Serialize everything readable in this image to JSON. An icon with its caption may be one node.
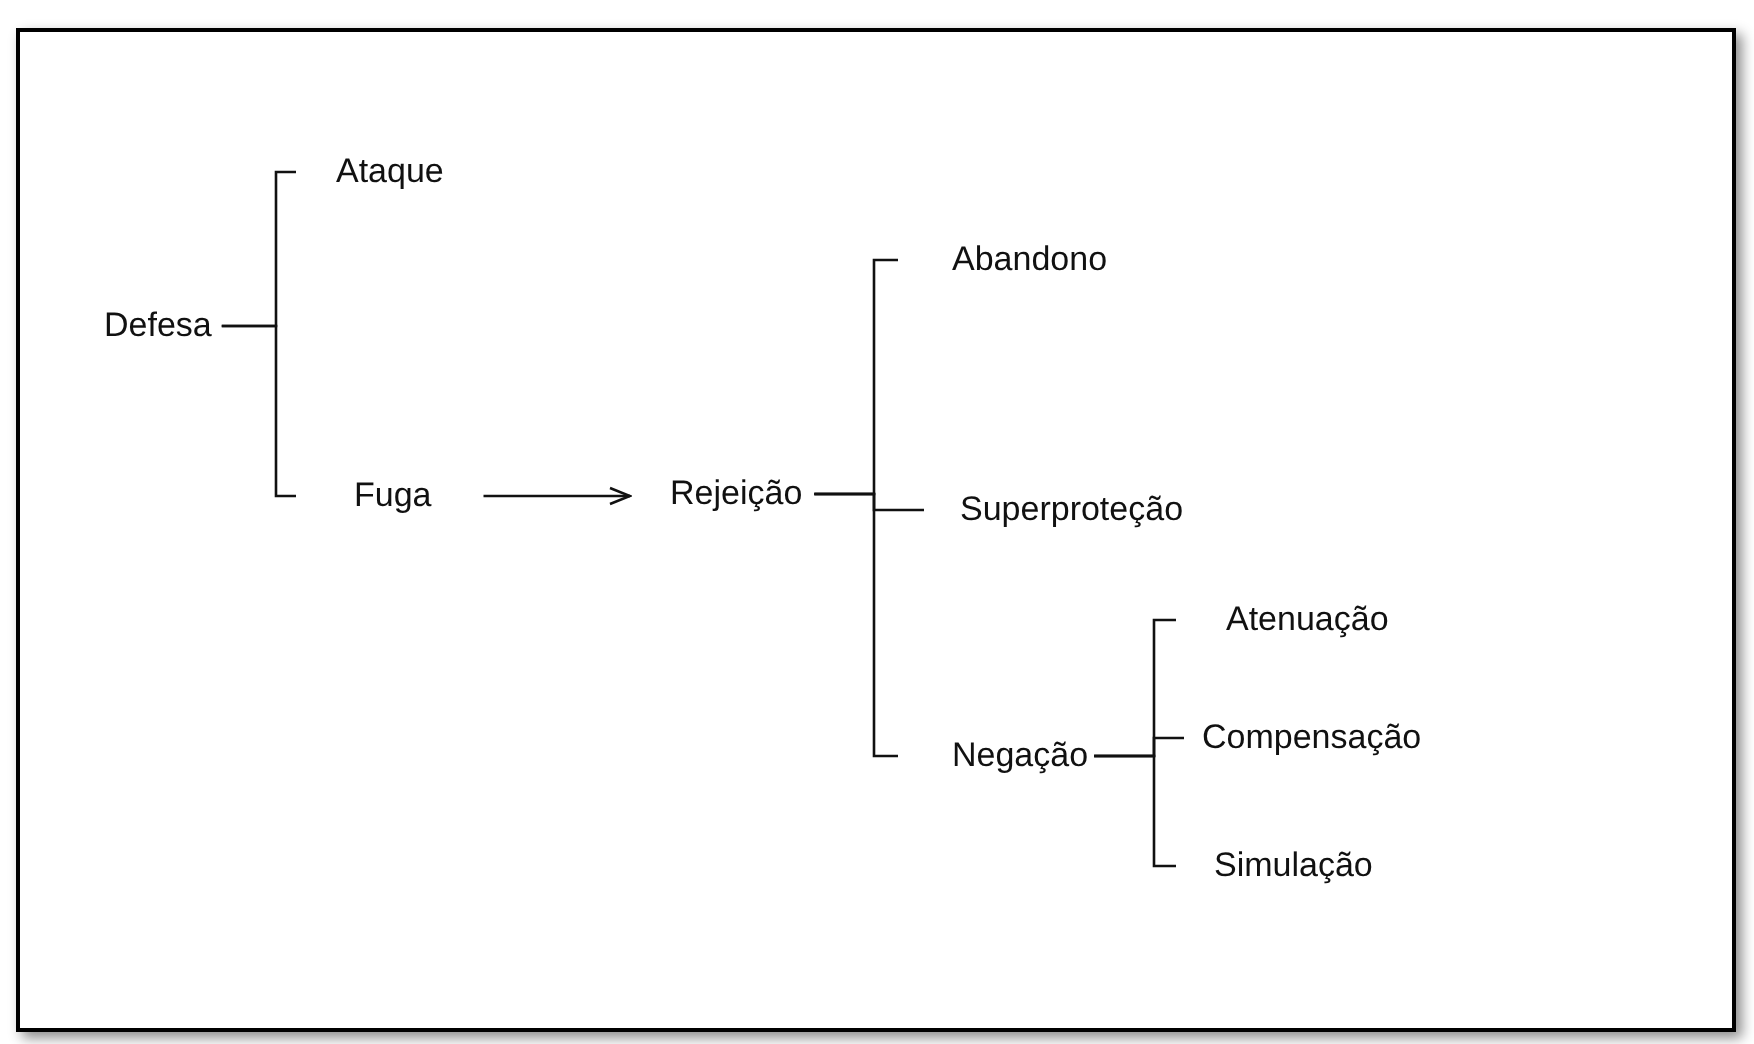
{
  "diagram": {
    "nodes": [
      {
        "text": [
          "Defesa"
        ]
      },
      {
        "text": [
          "Ataque"
        ]
      },
      {
        "text": [
          "Fuga"
        ]
      },
      {
        "text": [
          "Rejeição"
        ]
      },
      {
        "text": [
          "Abandono"
        ]
      },
      {
        "text": [
          "Superproteção"
        ]
      },
      {
        "text": [
          "Negação"
        ]
      },
      {
        "text": [
          "Atenuação"
        ]
      },
      {
        "text": [
          "Compensação"
        ]
      },
      {
        "text": [
          "Simulação"
        ]
      }
    ],
    "edges": [
      {
        "from": 0,
        "to": 1,
        "arrow": "none"
      },
      {
        "from": 0,
        "to": 2,
        "arrow": "none"
      },
      {
        "from": 2,
        "to": 3,
        "arrow": "to"
      },
      {
        "from": 3,
        "to": 4,
        "arrow": "none"
      },
      {
        "from": 3,
        "to": 5,
        "arrow": "none"
      },
      {
        "from": 3,
        "to": 6,
        "arrow": "none"
      },
      {
        "from": 6,
        "to": 7,
        "arrow": "none"
      },
      {
        "from": 6,
        "to": 8,
        "arrow": "none"
      },
      {
        "from": 6,
        "to": 9,
        "arrow": "none"
      }
    ]
  }
}
